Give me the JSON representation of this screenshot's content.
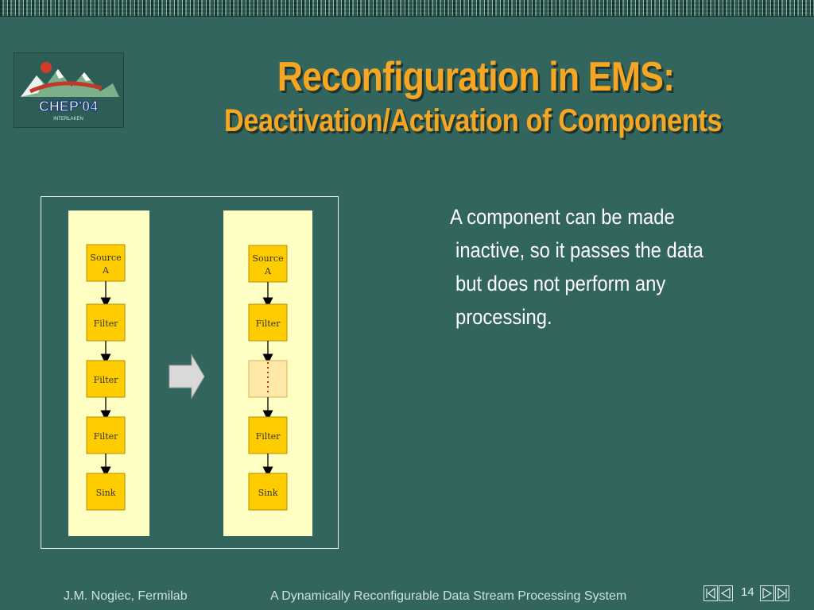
{
  "slide": {
    "title": "Reconfiguration in EMS:",
    "subtitle": "Deactivation/Activation of Components",
    "logo_text": "CHEP'04",
    "logo_subtext": "INTERLAKEN",
    "bullet_lines": [
      "A component can be made",
      "inactive, so it passes the data",
      "but does not perform any",
      "processing."
    ],
    "footer_author": "J.M. Nogiec, Fermilab",
    "footer_title": "A Dynamically Reconfigurable Data Stream Processing System",
    "page_number": "14"
  },
  "diagram": {
    "left_pipeline": [
      "Source A",
      "Filter",
      "Filter",
      "Filter",
      "Sink"
    ],
    "right_pipeline": [
      "Source A",
      "Filter",
      "",
      "Filter",
      "Sink"
    ],
    "inactive_component_index": 2,
    "colors": {
      "panel": "#ffffc4",
      "box": "#ffcc00",
      "inactive_box": "#ffe8a8",
      "inactive_arrow": "#cc3300",
      "arrow": "#000000",
      "transition_arrow": "#d9d9d9"
    }
  },
  "nav": {
    "first_icon": "first-slide-icon",
    "prev_icon": "previous-slide-icon",
    "next_icon": "next-slide-icon",
    "last_icon": "last-slide-icon"
  }
}
